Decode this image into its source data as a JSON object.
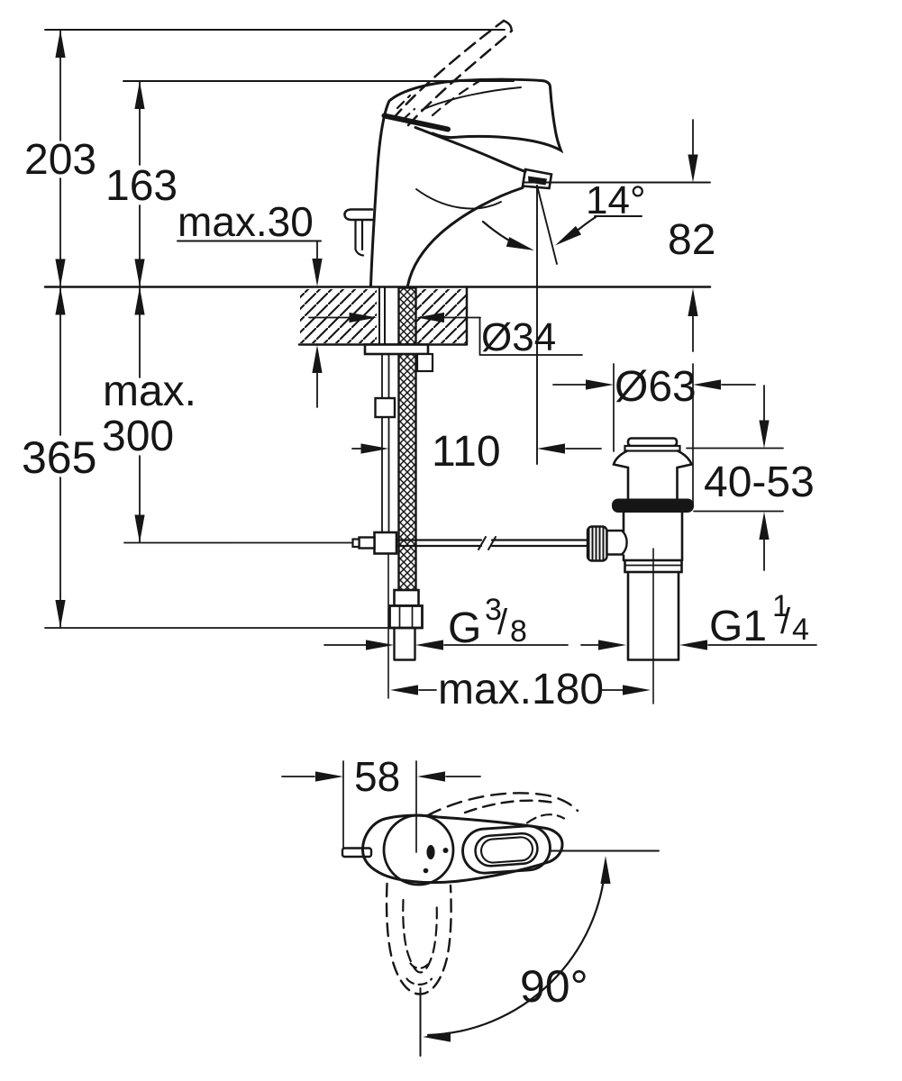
{
  "drawing": {
    "kind": "faucet installation dimension drawing",
    "views": [
      "side-elevation-with-waste-set",
      "plan-view"
    ]
  },
  "labels": {
    "overall_height": "203",
    "spout_pivot_height": "163",
    "deck_thickness": "max.30",
    "aerator_angle": "14°",
    "spout_outlet_height": "82",
    "mounting_hole_diameter": "Ø34",
    "hose_clearance_line1": "max.",
    "hose_clearance_line2": "300",
    "total_installation_depth": "365",
    "spout_reach": "110",
    "waste_flange_diameter": "Ø63",
    "deck_clamp_range": "40-53",
    "supply_thread_prefix": "G",
    "supply_thread_numerator": "3",
    "supply_thread_slash": "/",
    "supply_thread_denominator": "8",
    "waste_thread_prefix": "G1",
    "waste_thread_numerator": "1",
    "waste_thread_slash": "/",
    "waste_thread_denominator": "4",
    "rod_length": "max.180",
    "handle_center_offset": "58",
    "handle_swivel_angle": "90°"
  },
  "colors": {
    "ink": "#161616",
    "paper": "#ffffff"
  }
}
